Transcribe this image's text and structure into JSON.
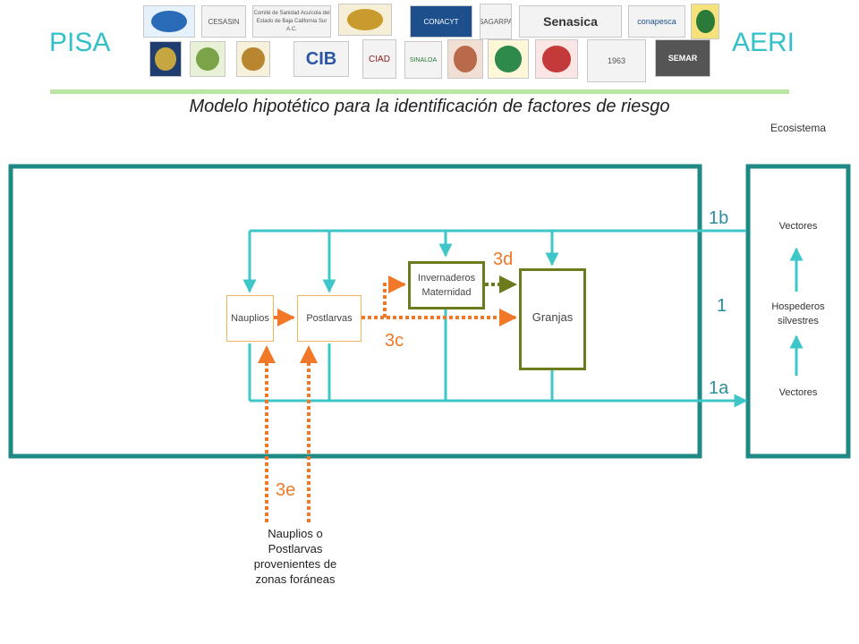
{
  "header": {
    "left_label": "PISA",
    "right_label": "AERI",
    "title": "Modelo hipotético para la identificación de factores de riesgo"
  },
  "logos": {
    "row1": [
      {
        "name": "seal-logo",
        "text": ""
      },
      {
        "name": "cesasin-logo",
        "text": "CESASIN"
      },
      {
        "name": "comite-baja-california-logo",
        "text": "Comité de Sanidad Acuícola del Estado de Baja California Sur A.C."
      },
      {
        "name": "comite-sanidad-logo",
        "text": ""
      },
      {
        "name": "conacyt-logo",
        "text": "CONACYT"
      },
      {
        "name": "sagarpa-logo",
        "text": "SAGARPA"
      },
      {
        "name": "senasica-logo",
        "text": "Senasica"
      },
      {
        "name": "conapesca-logo",
        "text": "conapesca"
      },
      {
        "name": "crest-logo",
        "text": ""
      }
    ],
    "row2": [
      {
        "name": "unam-logo",
        "text": ""
      },
      {
        "name": "map-logo",
        "text": ""
      },
      {
        "name": "shield-logo",
        "text": ""
      },
      {
        "name": "cib-logo",
        "text": "CIB"
      },
      {
        "name": "ciad-logo",
        "text": "CIAD"
      },
      {
        "name": "sinaloa-logo",
        "text": "SINALOA"
      },
      {
        "name": "shrimp-logo",
        "text": ""
      },
      {
        "name": "circle-logo-1",
        "text": ""
      },
      {
        "name": "circle-logo-2",
        "text": ""
      },
      {
        "name": "lab-logo",
        "text": "1963"
      },
      {
        "name": "semar-logo",
        "text": "SEMAR"
      }
    ]
  },
  "diagram": {
    "ecosystem_label": "Ecosistema",
    "nodes": {
      "nauplios": "Nauplios",
      "postlarvas": "Postlarvas",
      "invernaderos_line1": "Invernaderos",
      "invernaderos_line2": "Maternidad",
      "granjas": "Granjas",
      "vectores_top": "Vectores",
      "hospederos_line1": "Hospederos",
      "hospederos_line2": "silvestres",
      "vectores_bottom": "Vectores",
      "foreign_line1": "Nauplios o",
      "foreign_line2": "Postlarvas",
      "foreign_line3": "provenientes de",
      "foreign_line4": "zonas foráneas"
    },
    "labels": {
      "l1b": "1b",
      "l1": "1",
      "l1a": "1a",
      "l3d": "3d",
      "l3c": "3c",
      "l3e": "3e"
    },
    "colors": {
      "frame": "#1f8a85",
      "line": "#3fc6c9",
      "box_border": "#f0b45a",
      "olive": "#6e7a1e",
      "orange": "#f07828",
      "brand": "#33c0c8"
    }
  }
}
